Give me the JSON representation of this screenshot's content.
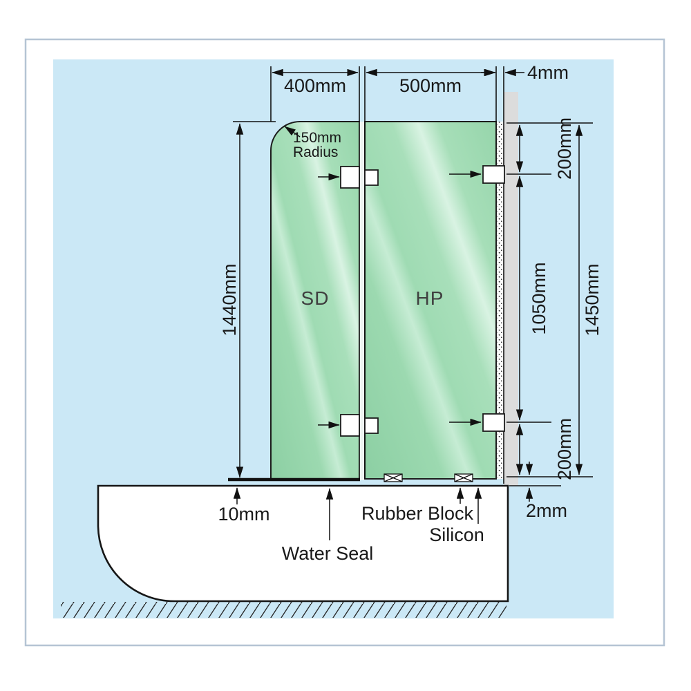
{
  "panels": {
    "sd": "SD",
    "hp": "HP"
  },
  "dims": {
    "sd_width": "400mm",
    "hp_width": "500mm",
    "wall_gap": "4mm",
    "radius_value": "150mm",
    "radius_word": "Radius",
    "sd_height": "1440mm",
    "top_offset": "200mm",
    "bracket_span": "1050mm",
    "hp_height": "1450mm",
    "bottom_offset": "200mm",
    "bottom_gap": "2mm",
    "seal_gap": "10mm"
  },
  "callouts": {
    "water_seal": "Water Seal",
    "rubber_block": "Rubber Block",
    "silicon": "Silicon"
  },
  "colors": {
    "background": "#cbe8f6",
    "frame_border": "#b5c4d4",
    "glass_dark": "#8ccfa3",
    "glass_light": "#d9f3e3",
    "wall": "#dcdcdc",
    "line": "#111111",
    "tub": "#ffffff"
  }
}
